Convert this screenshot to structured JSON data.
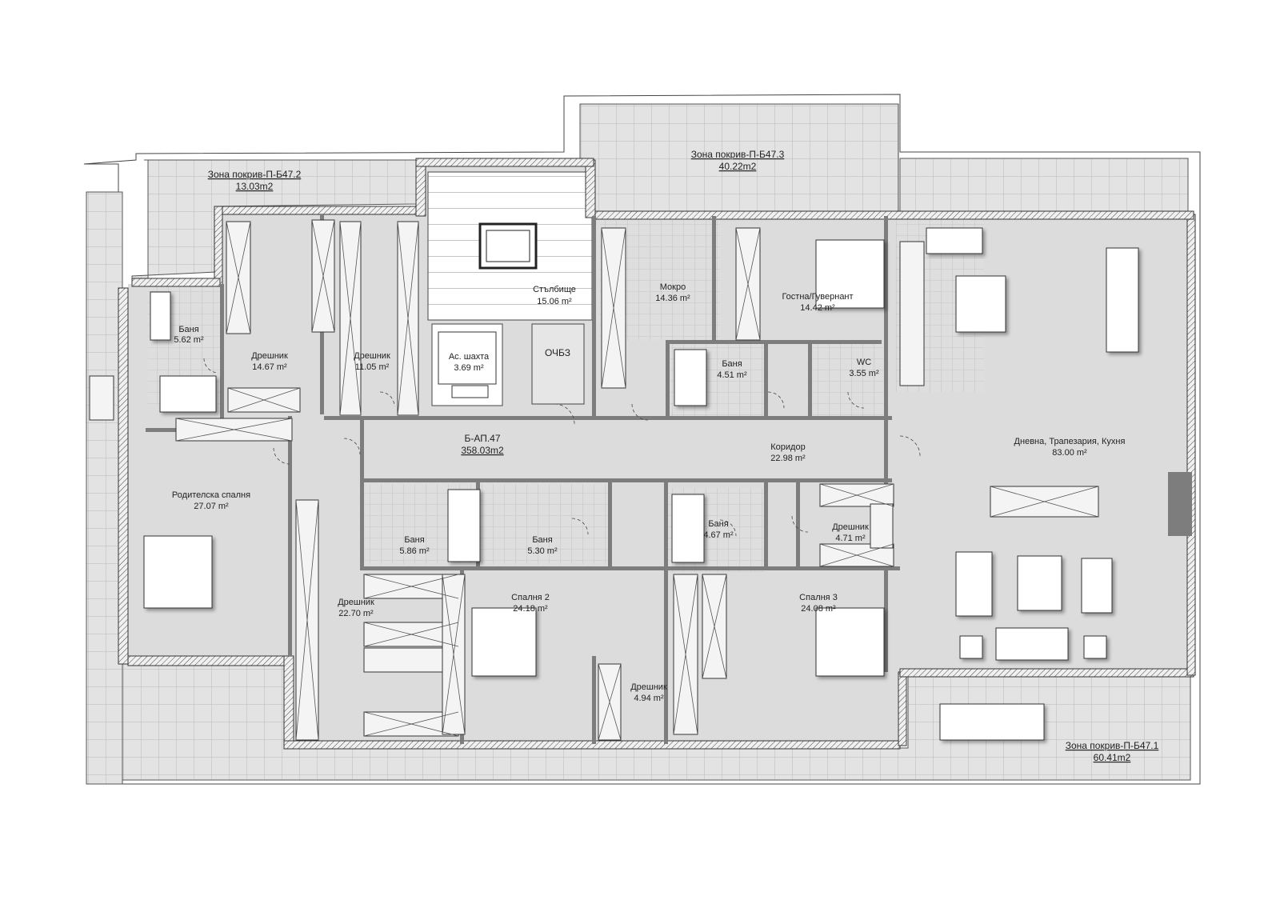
{
  "apartment": {
    "code": "Б-АП.47",
    "area": "358.03m2"
  },
  "terraces": [
    {
      "name": "Зона покрив-П-Б47.2",
      "area": "13.03m2"
    },
    {
      "name": "Зона покрив-П-Б47.3",
      "area": "40.22m2"
    },
    {
      "name": "Зона покрив-П-Б47.1",
      "area": "60.41m2"
    }
  ],
  "rooms": [
    {
      "name": "Баня",
      "area": "5.62 m²"
    },
    {
      "name": "Дрешник",
      "area": "14.67 m²"
    },
    {
      "name": "Дрешник",
      "area": "11.05 m²"
    },
    {
      "name": "Ас. шахта",
      "area": "3.69 m²"
    },
    {
      "name": "Стълбище",
      "area": "15.06 m²"
    },
    {
      "name": "ОЧБЗ",
      "area": ""
    },
    {
      "name": "Мокро",
      "area": "14.36 m²"
    },
    {
      "name": "Гостна/Гувернант",
      "area": "14.42 m²"
    },
    {
      "name": "Баня",
      "area": "4.51 m²"
    },
    {
      "name": "WC",
      "area": "3.55 m²"
    },
    {
      "name": "Коридор",
      "area": "22.98 m²"
    },
    {
      "name": "Дневна, Трапезария, Кухня",
      "area": "83.00 m²"
    },
    {
      "name": "Родителска спалня",
      "area": "27.07 m²"
    },
    {
      "name": "Баня",
      "area": "5.86 m²"
    },
    {
      "name": "Баня",
      "area": "5.30 m²"
    },
    {
      "name": "Баня",
      "area": "4.67 m²"
    },
    {
      "name": "Дрешник",
      "area": "4.71 m²"
    },
    {
      "name": "Дрешник",
      "area": "22.70 m²"
    },
    {
      "name": "Спалня 2",
      "area": "24.18 m²"
    },
    {
      "name": "Дрешник",
      "area": "4.94 m²"
    },
    {
      "name": "Спалня 3",
      "area": "24.08 m²"
    }
  ]
}
